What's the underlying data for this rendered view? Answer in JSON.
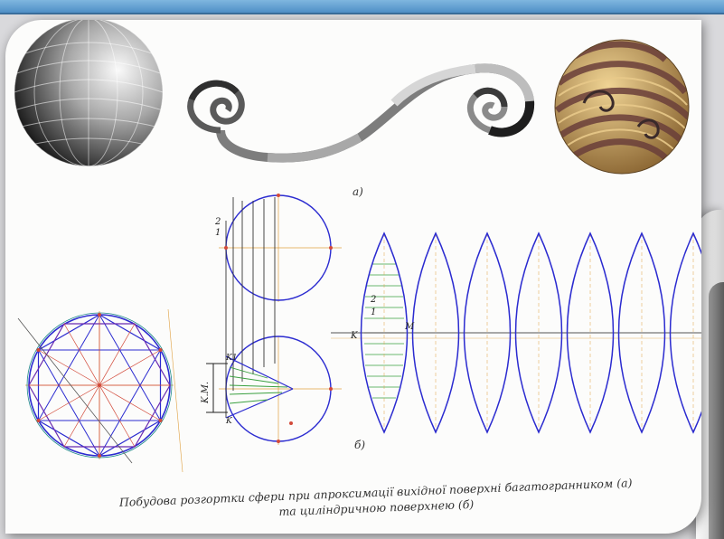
{
  "labels": {
    "part_a": "a)",
    "part_b": "б)",
    "mark_2_left": "2",
    "mark_1_left": "1",
    "mark_k1": "K1",
    "mark_k": "K",
    "mark_km": "K.M.",
    "mark_2_gore": "2",
    "mark_1_gore": "1",
    "mark_k_gore": "K",
    "mark_m_gore": "M"
  },
  "caption": {
    "line1": "Побудова розгортки сфери при апроксимації вихідної поверхні багатогранником (а)",
    "line2": "та циліндричною поверхнею (б)"
  },
  "colors": {
    "construction_blue": "#2b2bd0",
    "construction_red": "#d24a3a",
    "gore_hatch_green": "#3aa040",
    "axis_orange": "#e0a040",
    "spiral_dark": "#2a2a2a",
    "sphere_gold": "#c9a15a"
  },
  "icons": {
    "faceted_sphere": "gray-polyhedral-sphere",
    "spiral_strip": "s-shaped-double-spiral-strip",
    "spiral_sphere": "spiral-band-sphere"
  }
}
